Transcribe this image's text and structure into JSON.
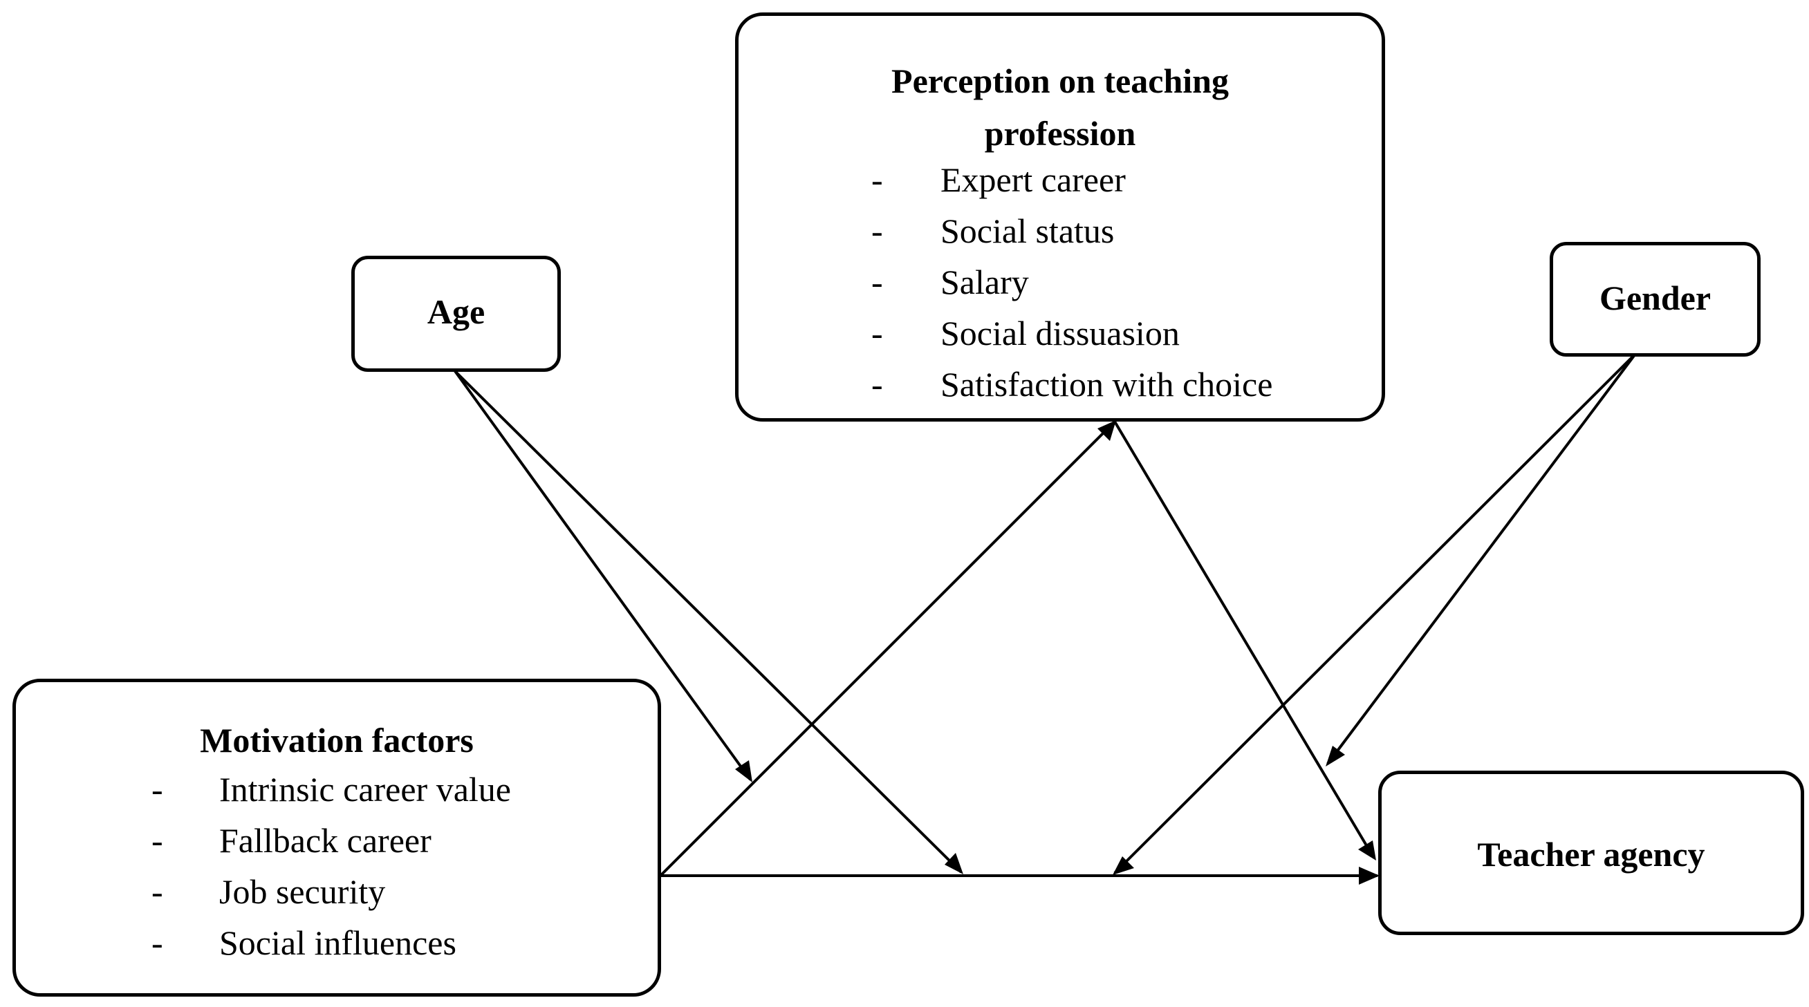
{
  "nodes": {
    "perception": {
      "title_line1": "Perception on teaching",
      "title_line2": "profession",
      "items": [
        "Expert career",
        "Social status",
        "Salary",
        "Social dissuasion",
        "Satisfaction with choice"
      ]
    },
    "age": {
      "title": "Age"
    },
    "gender": {
      "title": "Gender"
    },
    "motivation": {
      "title": "Motivation factors",
      "items": [
        "Intrinsic career value",
        "Fallback career",
        "Job security",
        "Social influences"
      ]
    },
    "teacher_agency": {
      "title": "Teacher agency"
    }
  },
  "bullet": "-",
  "edges": [
    {
      "from": "motivation",
      "to": "teacher_agency"
    },
    {
      "from": "motivation",
      "to": "perception"
    },
    {
      "from": "perception",
      "to": "teacher_agency"
    },
    {
      "from": "age",
      "to": "motivation->perception"
    },
    {
      "from": "age",
      "to": "motivation->teacher_agency"
    },
    {
      "from": "gender",
      "to": "perception->teacher_agency"
    },
    {
      "from": "gender",
      "to": "motivation->teacher_agency"
    }
  ],
  "colors": {
    "stroke": "#000000",
    "background": "#ffffff"
  }
}
